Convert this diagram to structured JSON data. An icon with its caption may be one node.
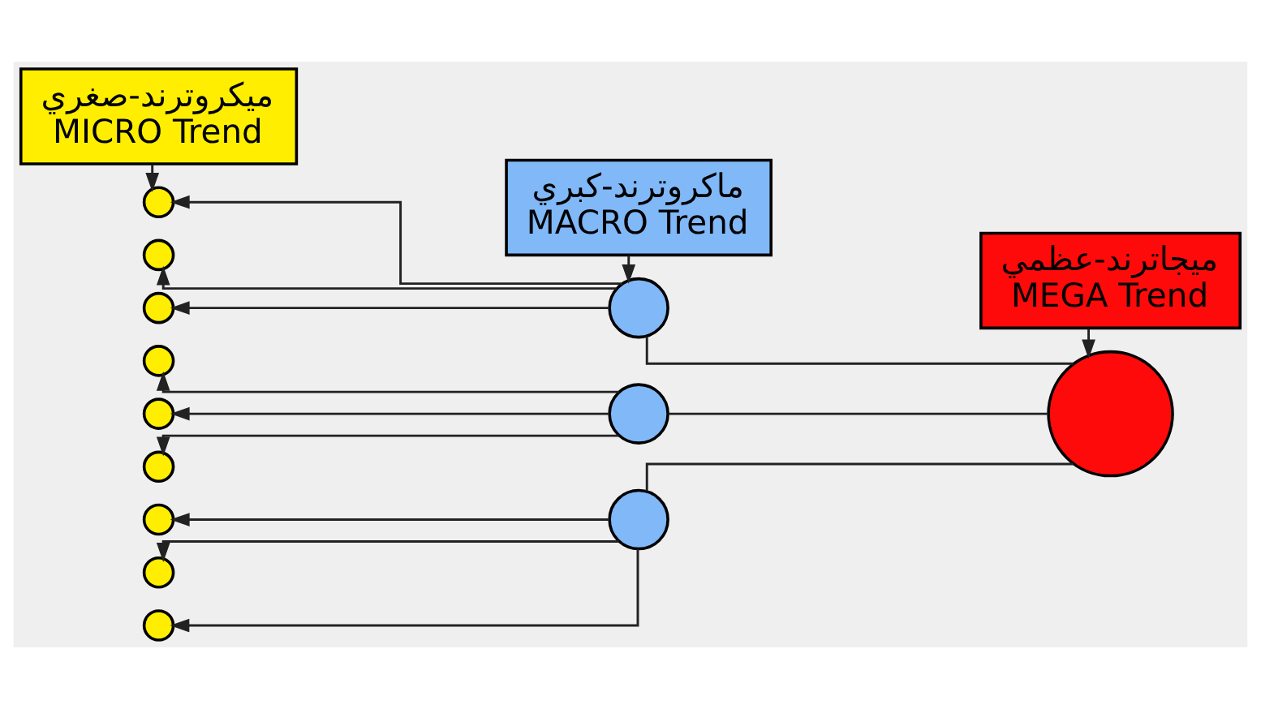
{
  "diagram": {
    "nodes": [
      {
        "text": [
          "ميكروترند-صغري",
          "MICRO Trend"
        ]
      },
      {
        "text": [
          "ماكروترند-كبري",
          "MACRO Trend"
        ]
      },
      {
        "text": [
          "ميجاترند-عظمي",
          "MEGA Trend"
        ]
      },
      {
        "text": [],
        "shape": "circle"
      },
      {
        "text": [],
        "shape": "circle"
      },
      {
        "text": [],
        "shape": "circle"
      },
      {
        "text": [],
        "shape": "circle"
      },
      {
        "text": [],
        "shape": "circle"
      },
      {
        "text": [],
        "shape": "circle"
      },
      {
        "text": [],
        "shape": "circle"
      },
      {
        "text": [],
        "shape": "circle"
      },
      {
        "text": [],
        "shape": "circle"
      },
      {
        "text": [],
        "shape": "circle"
      },
      {
        "text": [],
        "shape": "circle"
      },
      {
        "text": [],
        "shape": "circle"
      },
      {
        "text": [],
        "shape": "circle"
      }
    ],
    "edges": [
      {
        "from": 0,
        "to": 3,
        "arrow": "to"
      },
      {
        "from": 1,
        "to": 12,
        "arrow": "to"
      },
      {
        "from": 2,
        "to": 15,
        "arrow": "to"
      },
      {
        "from": 15,
        "to": 12,
        "arrow": "none"
      },
      {
        "from": 15,
        "to": 13,
        "arrow": "none"
      },
      {
        "from": 15,
        "to": 14,
        "arrow": "none"
      },
      {
        "from": 12,
        "to": 3,
        "arrow": "to"
      },
      {
        "from": 12,
        "to": 4,
        "arrow": "to"
      },
      {
        "from": 12,
        "to": 5,
        "arrow": "to"
      },
      {
        "from": 13,
        "to": 6,
        "arrow": "to"
      },
      {
        "from": 13,
        "to": 7,
        "arrow": "to"
      },
      {
        "from": 13,
        "to": 8,
        "arrow": "to"
      },
      {
        "from": 14,
        "to": 9,
        "arrow": "to"
      },
      {
        "from": 14,
        "to": 10,
        "arrow": "to"
      },
      {
        "from": 14,
        "to": 11,
        "arrow": "to"
      }
    ]
  }
}
